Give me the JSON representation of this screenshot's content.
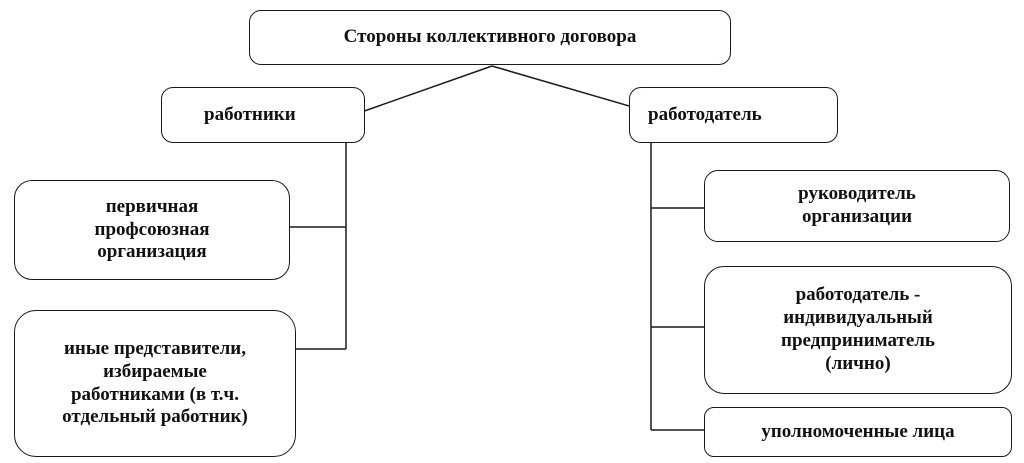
{
  "diagram": {
    "root": {
      "label": "Стороны коллективного договора"
    },
    "workers": {
      "label": "работники",
      "children": [
        {
          "label": "первичная\nпрофсоюзная\nорганизация"
        },
        {
          "label": "иные представители,\nизбираемые\nработниками (в т.ч.\nотдельный работник)"
        }
      ]
    },
    "employer": {
      "label": "работодатель",
      "children": [
        {
          "label": "руководитель\nорганизации"
        },
        {
          "label": "работодатель -\nиндивидуальный\nпредприниматель\n(лично)"
        },
        {
          "label": "уполномоченные лица"
        }
      ]
    },
    "colors": {
      "line": "#1a1a1a",
      "box_border": "#1a1a1a",
      "text": "#111111"
    }
  }
}
